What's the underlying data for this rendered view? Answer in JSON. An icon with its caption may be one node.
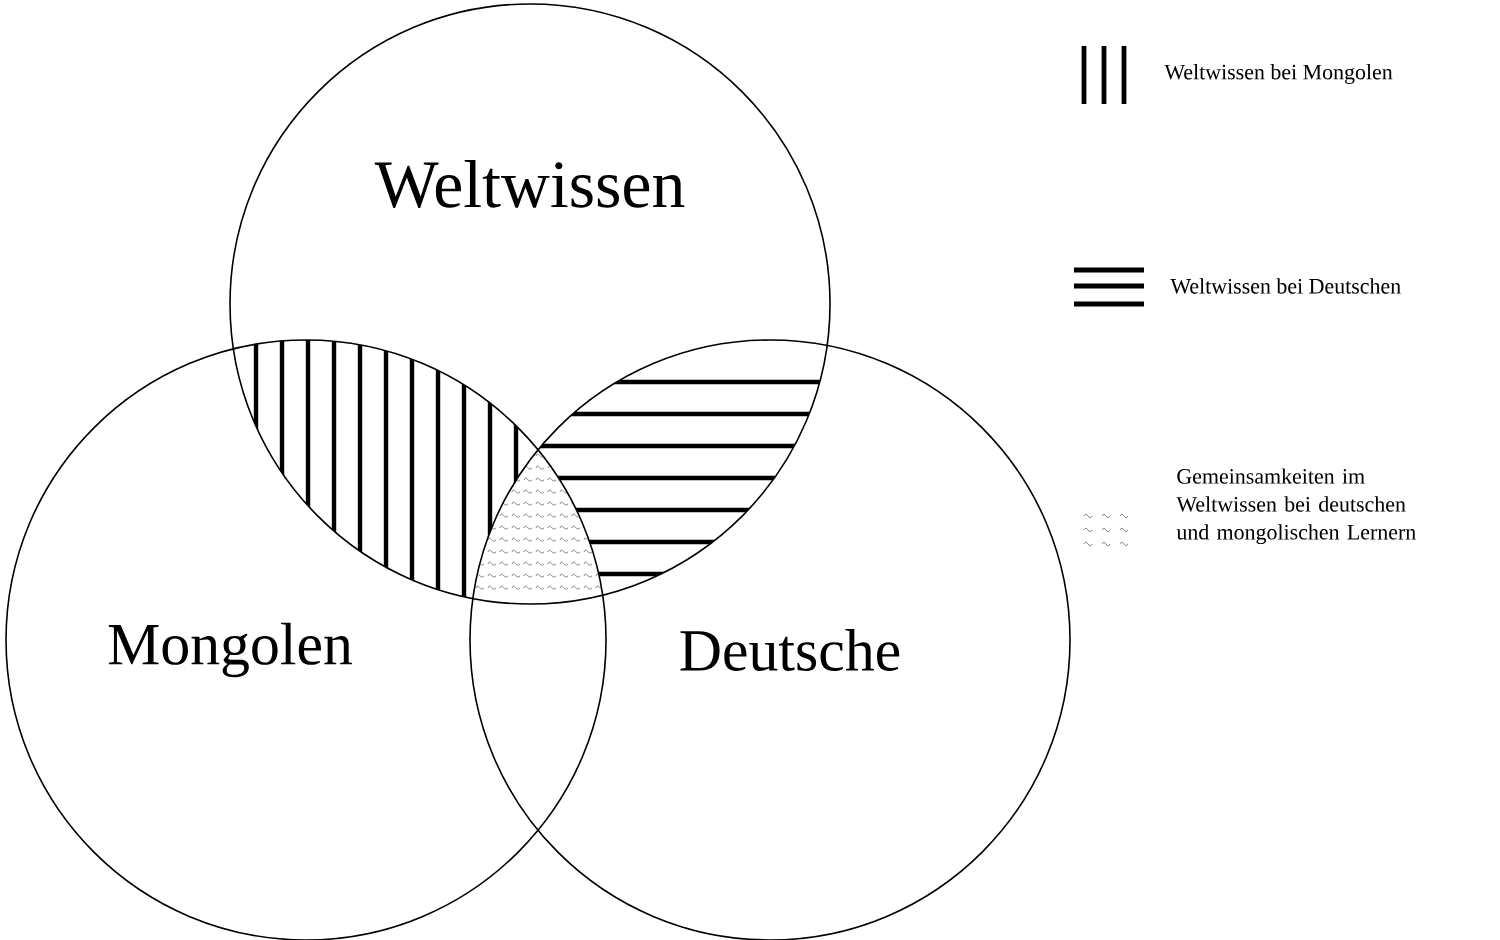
{
  "diagram": {
    "nodes": [
      {
        "text": [
          "Weltwissen"
        ]
      },
      {
        "text": [
          "Mongolen"
        ]
      },
      {
        "text": [
          "Deutsche"
        ]
      }
    ],
    "legend": [
      {
        "text": "Weltwissen bei Mongolen"
      },
      {
        "text": "Weltwissen bei Deutschen"
      },
      {
        "text": "Gemeinsamkeiten im Weltwissen bei deutschen und mongolischen Lernern"
      }
    ]
  }
}
